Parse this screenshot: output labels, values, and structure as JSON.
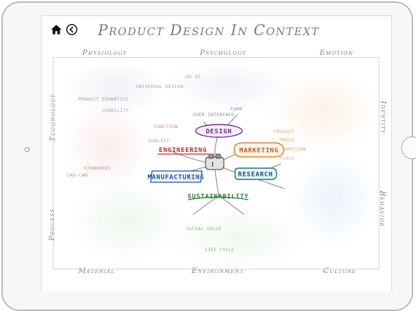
{
  "page": {
    "title": "Product Design In Context"
  },
  "frame": {
    "top": [
      "Physiology",
      "Psychology",
      "Emotion"
    ],
    "bottom": [
      "Material",
      "Environment",
      "Culture"
    ],
    "left": [
      "Technology",
      "Process"
    ],
    "right": [
      "Identity",
      "Behavior"
    ]
  },
  "nodes": {
    "design": "DESIGN",
    "engineering": "ENGINEERING",
    "marketing": "MARKETING",
    "manufacturing": "MANUFACTURING",
    "research": "RESEARCH",
    "sustainability": "SUSTAINABILITY"
  },
  "sketch_labels": {
    "product_semantics": "PRODUCT SEMANTICS",
    "usability": "USABILITY",
    "universal_design": "UNIVERSAL DESIGN",
    "ux_ui": "UX UI",
    "user_interface": "USER INTERFACE",
    "form": "FORM",
    "function": "FUNCTION",
    "quality": "QUALITY",
    "product": "PRODUCT",
    "price": "PRICE",
    "promotion": "PROMOTION",
    "place": "PLACE",
    "standards": "STANDARDS",
    "cad_cam": "CAD-CAM",
    "social_value": "SOCIAL VALUE",
    "life_cycle": "LIFE CYCLE"
  },
  "colors": {
    "design": "#6a2c8a",
    "engineering": "#c62828",
    "marketing": "#e67e22",
    "manufacturing": "#1f4fa3",
    "research": "#1f6f8b",
    "sustainability": "#2e7d32",
    "title": "#7b7b7b"
  },
  "icons": {
    "home": "home-icon",
    "back": "back-circle-icon"
  }
}
